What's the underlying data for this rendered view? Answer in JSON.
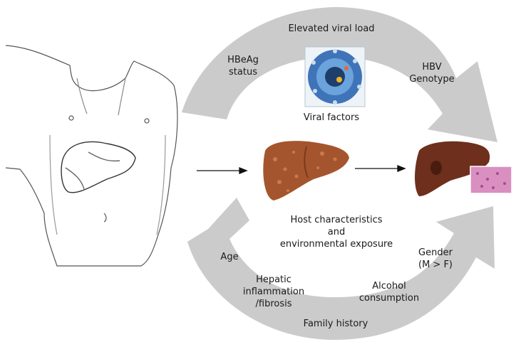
{
  "top_arc": {
    "title": "Viral factors",
    "factors": [
      "Elevated viral load",
      "HBeAg\nstatus",
      "HBV\nGenotype"
    ]
  },
  "bottom_arc": {
    "title": "Host characteristics\nand\nenvironmental exposure",
    "factors": [
      "Age",
      "Hepatic\ninflammation\n/fibrosis",
      "Family history",
      "Alcohol\nconsumption",
      "Gender\n(M > F)"
    ]
  },
  "colors": {
    "arc": "#cbcbcb",
    "normal_liver": "#8a3a1a",
    "cirrhotic_liver": "#a5552d",
    "hcc_liver": "#6e2f1d",
    "histology": "#d98fc0",
    "virus": "#3f74b8"
  }
}
